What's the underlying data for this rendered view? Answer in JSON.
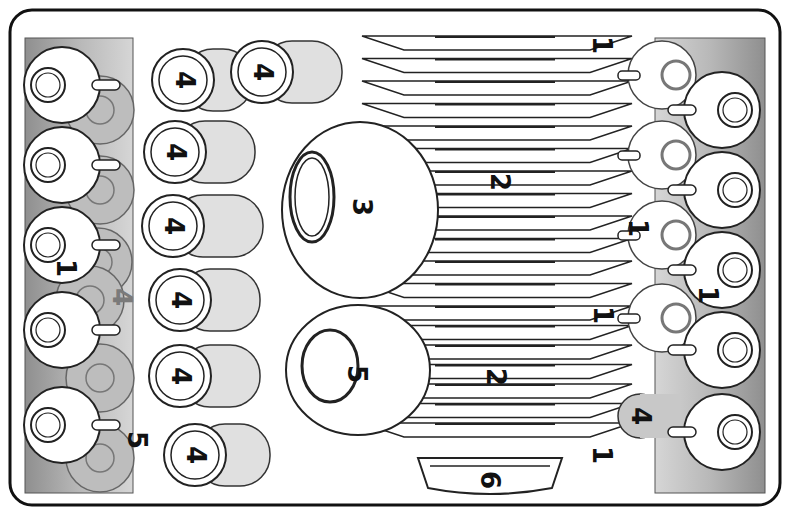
{
  "diagram": {
    "labels": [
      "1",
      "4",
      "5",
      "4",
      "4",
      "4",
      "4",
      "4",
      "4",
      "4",
      "3",
      "5",
      "2",
      "2",
      "6",
      "1",
      "1",
      "1",
      "1",
      "1",
      "4"
    ]
  }
}
